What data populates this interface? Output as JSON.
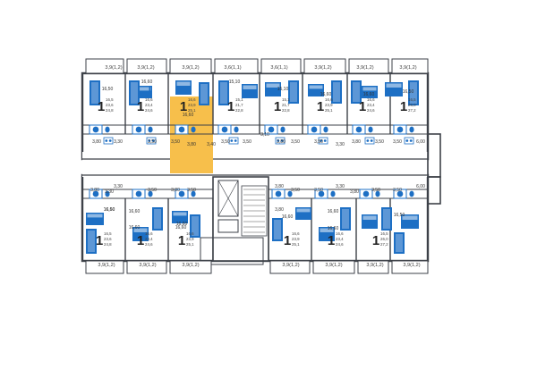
{
  "colors": {
    "wall": "#3d4148",
    "furniture": "#1d6fc4",
    "furniture_light": "#c9dcef",
    "highlight": "#f4b63b",
    "stair": "#8a8a8a"
  },
  "icons": [
    "sofa-icon",
    "bed-icon",
    "stove-icon",
    "bath-icon",
    "toilet-icon",
    "sink-icon",
    "stair-icon"
  ],
  "balconies_top": [
    "3,9(1,2)",
    "3,9(1,2)",
    "3,9(1,2)",
    "3,6(1,1)",
    "3,6(1,1)",
    "3,9(1,2)",
    "3,9(1,2)",
    "3,9(1,2)"
  ],
  "balconies_bottom": [
    "3,9(1,2)",
    "3,9(1,2)",
    "3,9(1,2)",
    "3,9(1,2)",
    "3,9(1,2)",
    "3,9(1,2)",
    "3,9(1,2)"
  ],
  "apartments_top": [
    {
      "rooms": "1",
      "total": "16,5",
      "living": "23,6",
      "kitchen": "24,8",
      "room_label": "16,50"
    },
    {
      "rooms": "1",
      "total": "16,6",
      "living": "23,4",
      "kitchen": "24,6",
      "room_label": "16,60"
    },
    {
      "rooms": "1",
      "total": "16,6",
      "living": "23,9",
      "kitchen": "25,1",
      "room_label": "16,60"
    },
    {
      "rooms": "1",
      "total": "15,1",
      "living": "21,7",
      "kitchen": "22,8",
      "room_label": "15,10"
    },
    {
      "rooms": "1",
      "total": "15,1",
      "living": "21,7",
      "kitchen": "22,8",
      "room_label": "15,10"
    },
    {
      "rooms": "1",
      "total": "16,6",
      "living": "23,9",
      "kitchen": "25,1",
      "room_label": "16,60"
    },
    {
      "rooms": "1",
      "total": "16,6",
      "living": "23,4",
      "kitchen": "24,6",
      "room_label": "16,60"
    },
    {
      "rooms": "1",
      "total": "16,5",
      "living": "26,0",
      "kitchen": "27,2",
      "room_label": "16,50"
    }
  ],
  "apartments_bottom": [
    {
      "rooms": "1",
      "total": "16,5",
      "living": "23,6",
      "kitchen": "24,8",
      "room_label": "16,50"
    },
    {
      "rooms": "1",
      "total": "16,6",
      "living": "23,4",
      "kitchen": "24,6",
      "room_label": "16,60"
    },
    {
      "rooms": "1",
      "total": "16,6",
      "living": "23,9",
      "kitchen": "25,1",
      "room_label": "16,60"
    },
    {
      "rooms": "1",
      "total": "16,6",
      "living": "23,9",
      "kitchen": "25,1",
      "room_label": "16,60"
    },
    {
      "rooms": "1",
      "total": "16,6",
      "living": "23,4",
      "kitchen": "24,6",
      "room_label": "16,60"
    },
    {
      "rooms": "1",
      "total": "16,5",
      "living": "26,0",
      "kitchen": "27,2",
      "room_label": "16,50"
    }
  ],
  "corridor_labels_top": [
    "3,80",
    "3,30",
    "3,50",
    "3,50",
    "3,80",
    "3,40",
    "3,50",
    "3,50",
    "3,10",
    "3,80",
    "3,50",
    "3,50",
    "3,30",
    "3,80",
    "3,50",
    "3,50"
  ],
  "corridor_labels_bottom": [
    "3,80",
    "3,30",
    "3,30",
    "3,50",
    "3,80",
    "3,50",
    "3,80",
    "3,50",
    "3,50",
    "3,30",
    "3,80",
    "3,50",
    "3,50",
    "3,80"
  ],
  "extra_labels": [
    "6,00",
    "6,00",
    "16,60",
    "16,60",
    "16,60",
    "16,60"
  ]
}
